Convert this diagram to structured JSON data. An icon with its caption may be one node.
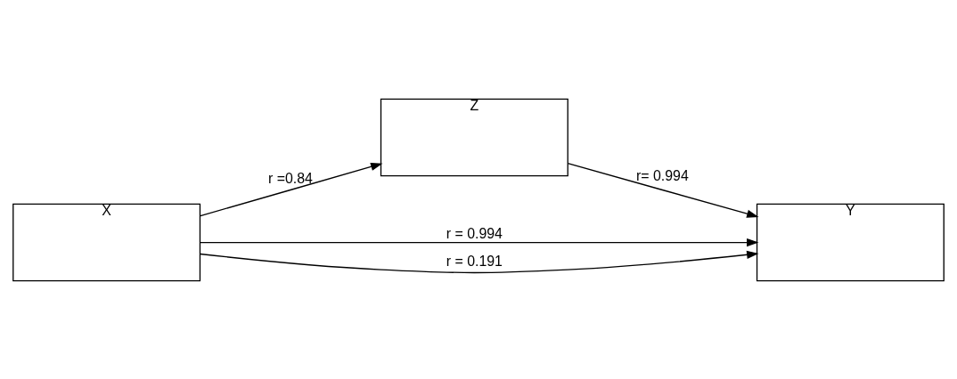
{
  "diagram": {
    "nodes": [
      {
        "text": [
          "X"
        ]
      },
      {
        "text": [
          "Z"
        ]
      },
      {
        "text": [
          "Y"
        ]
      }
    ],
    "edges": [
      {
        "from": 0,
        "to": 2,
        "arrow": "to",
        "label": "r = 0.994"
      },
      {
        "from": 0,
        "to": 1,
        "arrow": "to",
        "label": "r =0.84"
      },
      {
        "from": 1,
        "to": 2,
        "arrow": "to",
        "label": "r= 0.994"
      },
      {
        "from": 0,
        "to": 2,
        "arrow": "to",
        "label": "r = 0.191"
      }
    ]
  }
}
